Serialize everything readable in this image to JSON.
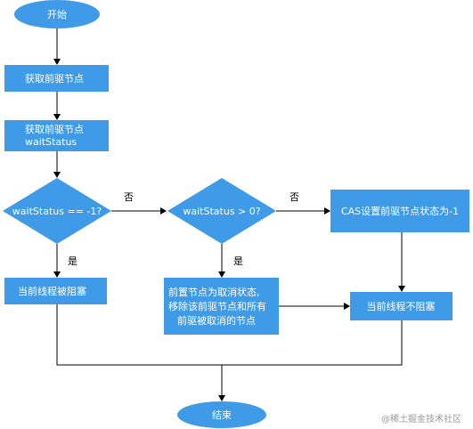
{
  "colors": {
    "node_fill": "#3f9be8",
    "node_text": "#ffffff",
    "line": "#000000",
    "watermark": "#9a9a9a"
  },
  "nodes": {
    "start": "开始",
    "get_pred": "获取前驱节点",
    "get_ws_1": "获取前驱节点",
    "get_ws_2": "waitStatus",
    "check1": "waitStatus == -1?",
    "check2": "waitStatus > 0?",
    "cas_set": "CAS设置前驱节点状态为-1",
    "block": "当前线程被阻塞",
    "remove_1": "前置节点为取消状态,",
    "remove_2": "移除该前驱节点和所有",
    "remove_3": "前驱被取消的节点",
    "no_block": "当前线程不阻塞",
    "end": "结束"
  },
  "edge_labels": {
    "no_1": "否",
    "no_2": "否",
    "yes_1": "是",
    "yes_2": "是"
  },
  "watermark": "@稀土掘金技术社区"
}
